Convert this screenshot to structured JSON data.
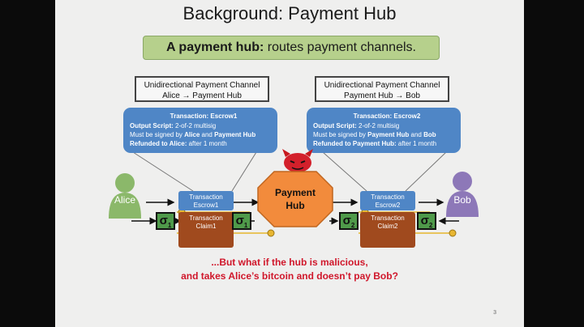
{
  "title": "Background: Payment Hub",
  "banner": {
    "bold": "A payment hub:",
    "text": " routes payment channels."
  },
  "channels": [
    {
      "line1": "Unidirectional Payment Channel",
      "line2": "Alice → Payment Hub"
    },
    {
      "line1": "Unidirectional Payment Channel",
      "line2": "Payment Hub → Bob"
    }
  ],
  "escrow_boxes": [
    {
      "header": "Transaction: Escrow1",
      "l1_label": "Output Script:",
      "l1_text": " 2-of-2 multisig",
      "l2_pre": "Must be signed by ",
      "l2_b1": "Alice",
      "l2_mid": " and ",
      "l2_b2": "Payment Hub",
      "l3_label": "Refunded to Alice:",
      "l3_text": " after 1 month"
    },
    {
      "header": "Transaction: Escrow2",
      "l1_label": "Output Script:",
      "l1_text": " 2-of-2 multisig",
      "l2_pre": "Must be signed by ",
      "l2_b1": "Payment Hub",
      "l2_mid": " and ",
      "l2_b2": "Bob",
      "l3_label": "Refunded to Payment Hub:",
      "l3_text": " after 1 month"
    }
  ],
  "parties": {
    "alice": "Alice",
    "bob": "Bob"
  },
  "hub": {
    "line1": "Payment",
    "line2": "Hub"
  },
  "tx_small": {
    "escrow1": {
      "l1": "Transaction",
      "l2": "Escrow1"
    },
    "claim1": {
      "l1": "Transaction",
      "l2": "Claim1"
    },
    "escrow2": {
      "l1": "Transaction",
      "l2": "Escrow2"
    },
    "claim2": {
      "l1": "Transaction",
      "l2": "Claim2"
    }
  },
  "sigmas": {
    "s1": "1",
    "s2": "2",
    "symbol": "σ"
  },
  "question": {
    "line1": "...But what if the hub is malicious,",
    "line2": "and takes Alice’s bitcoin and doesn’t pay Bob?"
  },
  "page_number": "3",
  "colors": {
    "banner": "#b6d08c",
    "blue": "#4f86c6",
    "claim": "#a04a1e",
    "hub": "#f28b3c",
    "alert": "#d0172b",
    "sigma": "#4f9a4a"
  }
}
